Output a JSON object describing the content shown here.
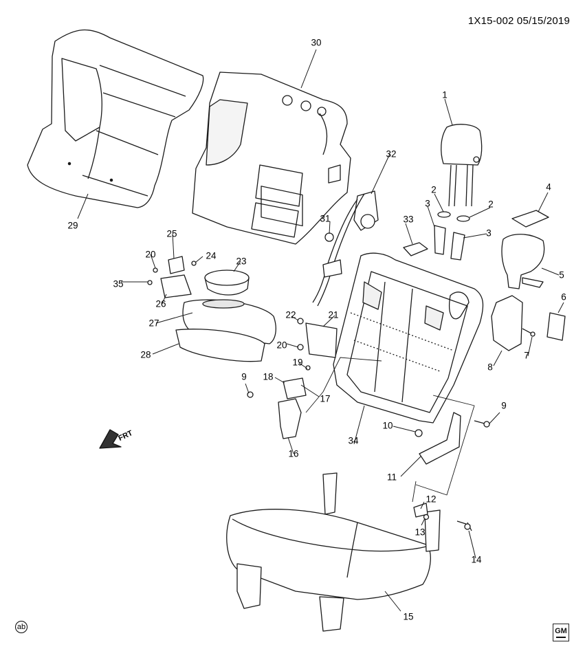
{
  "header": {
    "code": "1X15-002 05/15/2019"
  },
  "callouts": [
    {
      "label": "1"
    },
    {
      "label": "2"
    },
    {
      "label": "2"
    },
    {
      "label": "3"
    },
    {
      "label": "3"
    },
    {
      "label": "4"
    },
    {
      "label": "5"
    },
    {
      "label": "6"
    },
    {
      "label": "7"
    },
    {
      "label": "8"
    },
    {
      "label": "9"
    },
    {
      "label": "9"
    },
    {
      "label": "10"
    },
    {
      "label": "11"
    },
    {
      "label": "12"
    },
    {
      "label": "13"
    },
    {
      "label": "14"
    },
    {
      "label": "15"
    },
    {
      "label": "16"
    },
    {
      "label": "17"
    },
    {
      "label": "18"
    },
    {
      "label": "19"
    },
    {
      "label": "20"
    },
    {
      "label": "20"
    },
    {
      "label": "21"
    },
    {
      "label": "22"
    },
    {
      "label": "23"
    },
    {
      "label": "24"
    },
    {
      "label": "25"
    },
    {
      "label": "26"
    },
    {
      "label": "27"
    },
    {
      "label": "28"
    },
    {
      "label": "29"
    },
    {
      "label": "30"
    },
    {
      "label": "31"
    },
    {
      "label": "32"
    },
    {
      "label": "33"
    },
    {
      "label": "34"
    },
    {
      "label": "35"
    }
  ],
  "frt": {
    "label": "FRT"
  },
  "footer": {
    "ab_badge": "ab",
    "logo": "GM"
  },
  "colors": {
    "line": "#1a1a1a",
    "part_fill": "#ffffff",
    "shade": "#e6e6e6"
  },
  "icons": {
    "front_arrow": "front-direction-arrow-icon",
    "logo": "gm-logo-icon"
  }
}
